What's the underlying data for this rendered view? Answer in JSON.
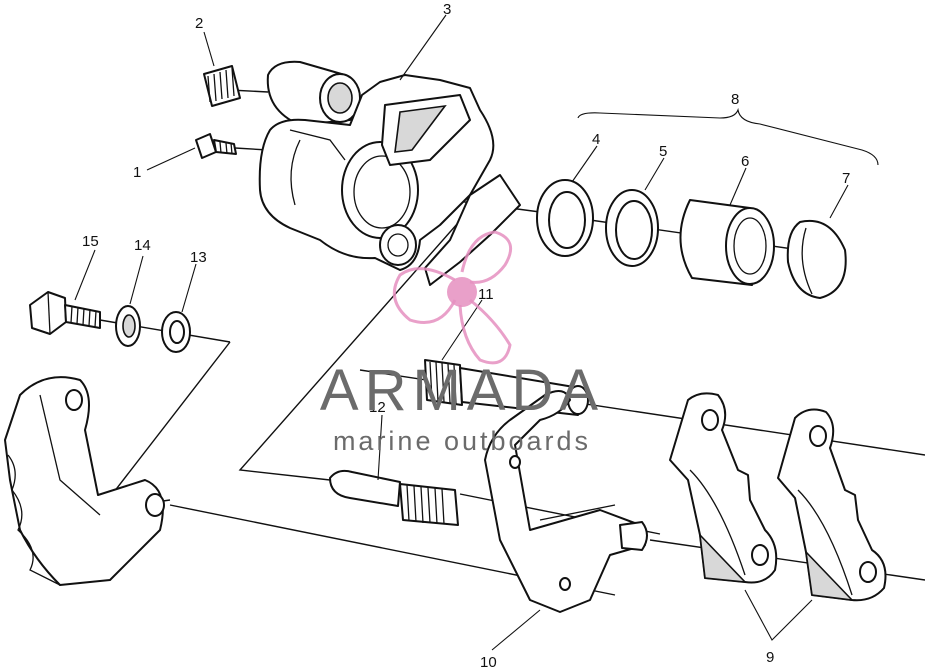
{
  "callouts": [
    "1",
    "2",
    "3",
    "4",
    "5",
    "6",
    "7",
    "8",
    "9",
    "10",
    "11",
    "12",
    "13",
    "14",
    "15"
  ],
  "watermark": {
    "brand": "ARMADA",
    "tagline": "marine outboards",
    "brand_color": "#6b6b6b",
    "logo_color": "#e58fbf"
  }
}
